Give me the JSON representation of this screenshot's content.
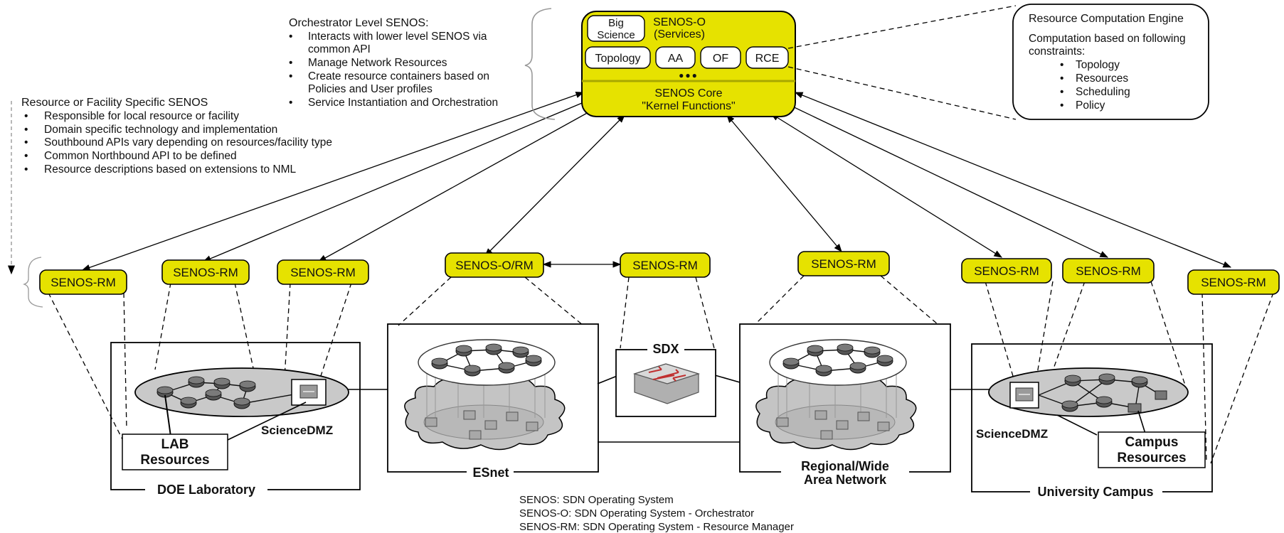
{
  "orchestrator_note": {
    "title": "Orchestrator Level SENOS:",
    "bullets": [
      [
        "Interacts with lower level SENOS via",
        "common API"
      ],
      [
        "Manage Network Resources"
      ],
      [
        "Create resource containers based on",
        "Policies and User profiles"
      ],
      [
        "Service Instantiation and Orchestration"
      ]
    ]
  },
  "facility_note": {
    "title": "Resource or Facility Specific SENOS",
    "bullets": [
      "Responsible for local resource or facility",
      "Domain specific technology and implementation",
      "Southbound APIs vary depending on resources/facility type",
      "Common Northbound API to be defined",
      "Resource descriptions based on extensions to NML"
    ]
  },
  "rce_note": {
    "title": "Resource Computation Engine",
    "subtitle_lines": [
      "Computation based on following",
      "constraints:"
    ],
    "bullets": [
      "Topology",
      "Resources",
      "Scheduling",
      "Policy"
    ]
  },
  "senos_o": {
    "big_science_lines": [
      "Big",
      "Science"
    ],
    "title_lines": [
      "SENOS-O",
      "(Services)"
    ],
    "services": [
      "Topology",
      "AA",
      "OF",
      "RCE"
    ],
    "ellipsis": "●●●",
    "core_lines": [
      "SENOS Core",
      "\"Kernel Functions\""
    ]
  },
  "resource_managers": [
    "SENOS-RM",
    "SENOS-RM",
    "SENOS-RM",
    "SENOS-O/RM",
    "SENOS-RM",
    "SENOS-RM",
    "SENOS-RM",
    "SENOS-RM",
    "SENOS-RM"
  ],
  "domains": {
    "doe_lab": "DOE Laboratory",
    "lab_resources_lines": [
      "LAB",
      "Resources"
    ],
    "science_dmz_left": "ScienceDMZ",
    "esnet": "ESnet",
    "sdx": "SDX",
    "regional_lines": [
      "Regional/Wide",
      "Area Network"
    ],
    "science_dmz_right": "ScienceDMZ",
    "campus_resources_lines": [
      "Campus",
      "Resources"
    ],
    "university_campus": "University Campus"
  },
  "legend": [
    "SENOS: SDN Operating System",
    "SENOS-O: SDN Operating System - Orchestrator",
    "SENOS-RM: SDN Operating System - Resource Manager"
  ],
  "colors": {
    "accent_yellow": "#e6e200",
    "cloud_gray": "#c4c4c4"
  }
}
